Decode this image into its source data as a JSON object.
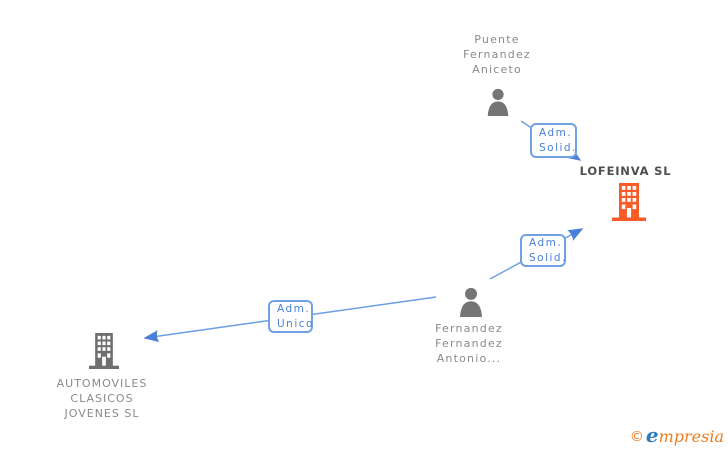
{
  "diagram": {
    "nodes": {
      "puente": {
        "type": "person",
        "name_lines": [
          "Puente",
          "Fernandez",
          "Aniceto"
        ]
      },
      "lofeinva": {
        "type": "company",
        "name": "LOFEINVA SL"
      },
      "fernandez": {
        "type": "person",
        "name_lines": [
          "Fernandez",
          "Fernandez",
          "Antonio..."
        ]
      },
      "automoviles": {
        "type": "company",
        "name_lines": [
          "AUTOMOVILES",
          "CLASICOS",
          "JOVENES SL"
        ]
      }
    },
    "edge_labels": {
      "solid1": {
        "lines": [
          "Adm.",
          "Solid."
        ]
      },
      "solid2": {
        "lines": [
          "Adm.",
          "Solid."
        ]
      },
      "unico": {
        "lines": [
          "Adm.",
          "Unico"
        ]
      }
    }
  },
  "footer": {
    "copyright_symbol": "©",
    "brand_initial": "e",
    "brand_rest": "mpresia"
  },
  "colors": {
    "line_blue": "#6b9ee2",
    "arrow_blue": "#4a7fd6",
    "label_border_blue": "#6fa1e3",
    "label_text_blue": "#4a7fd6",
    "person_gray": "#757575",
    "company_gray": "#6e6e6e",
    "company_orange": "#f75b28",
    "name_gray": "#8a8a8a",
    "company_name_dark": "#4f4f4f",
    "logo_orange": "#ee7b1e",
    "logo_blue": "#2d7cb8"
  }
}
